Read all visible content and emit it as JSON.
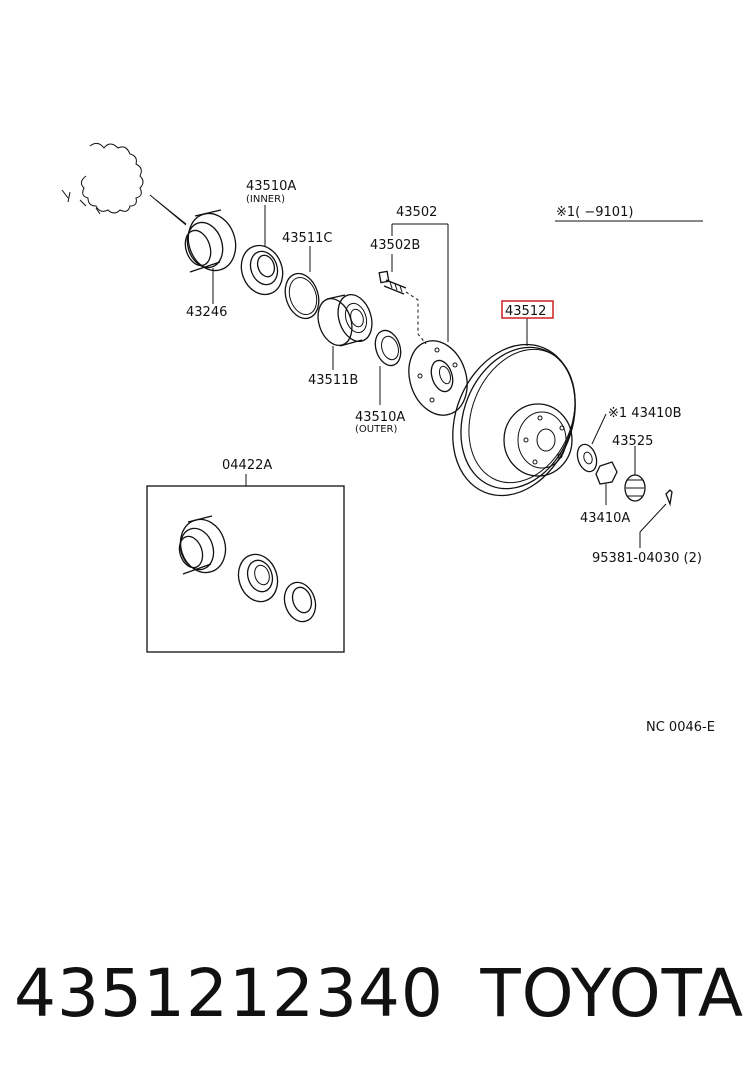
{
  "labels": {
    "p43510a_inner": "43510A",
    "p43510a_inner_sub": "(INNER)",
    "p43511c": "43511C",
    "p43502": "43502",
    "p43502b": "43502B",
    "p43246": "43246",
    "p43511b": "43511B",
    "p43510a_outer": "43510A",
    "p43510a_outer_sub": "(OUTER)",
    "p43512": "43512",
    "p43410b": "※1 43410B",
    "p43525": "43525",
    "p43410a": "43410A",
    "p95381": "95381-04030 (2)",
    "p04422a": "04422A",
    "note": "※1(        −9101)",
    "code": "NC 0046-E"
  },
  "highlight_color": "#cc2222",
  "footer": {
    "part_number": "4351212340",
    "brand": "TOYOTA"
  }
}
